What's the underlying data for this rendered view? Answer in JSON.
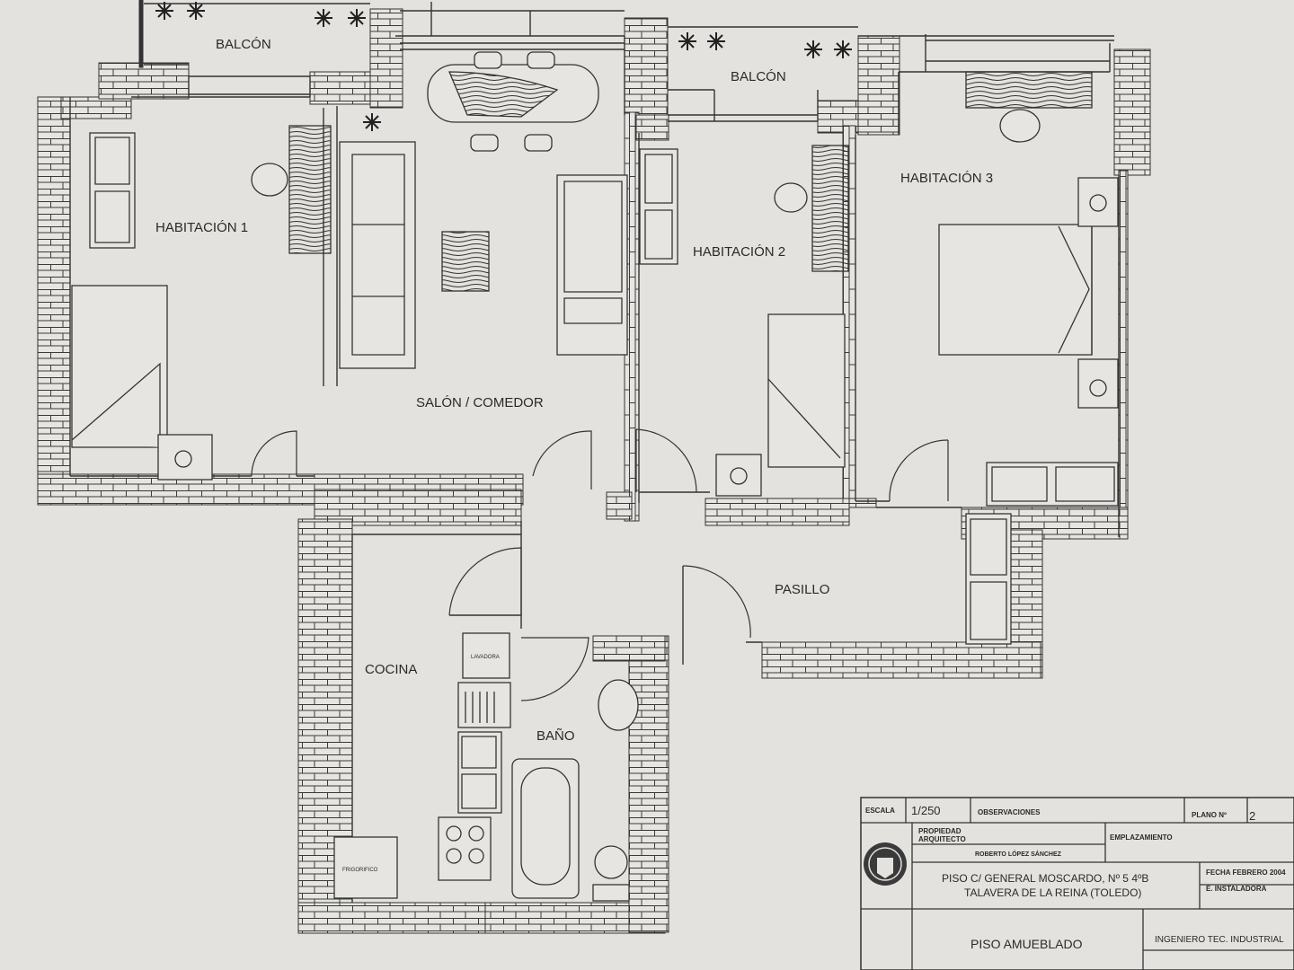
{
  "rooms": {
    "balcon_1": "BALCÓN",
    "balcon_2": "BALCÓN",
    "habitacion_1": "HABITACIÓN 1",
    "habitacion_2": "HABITACIÓN 2",
    "habitacion_3": "HABITACIÓN 3",
    "salon": "SALÓN / COMEDOR",
    "pasillo": "PASILLO",
    "cocina": "COCINA",
    "bano": "BAÑO"
  },
  "appliances": {
    "lavadora": "LAVADORA",
    "frigorifico": "FRIGORIFICO"
  },
  "title_block": {
    "escala_label": "ESCALA",
    "escala_value": "1/250",
    "observaciones_label": "OBSERVACIONES",
    "plano_label": "PLANO Nº",
    "plano_value": "2",
    "propiedad_label": "PROPIEDAD",
    "arquitecto_label": "ARQUITECTO",
    "arquitecto_name": "ROBERTO LÓPEZ SÁNCHEZ",
    "emplazamiento_label": "EMPLAZAMIENTO",
    "address_line1": "PISO C/ GENERAL MOSCARDO, Nº 5  4ºB",
    "address_line2": "TALAVERA DE LA REINA (TOLEDO)",
    "fecha": "FECHA FEBRERO 2004",
    "instaladora": "E. INSTALADORA",
    "plan_title": "PISO AMUEBLADO",
    "engineer": "INGENIERO TEC. INDUSTRIAL"
  }
}
